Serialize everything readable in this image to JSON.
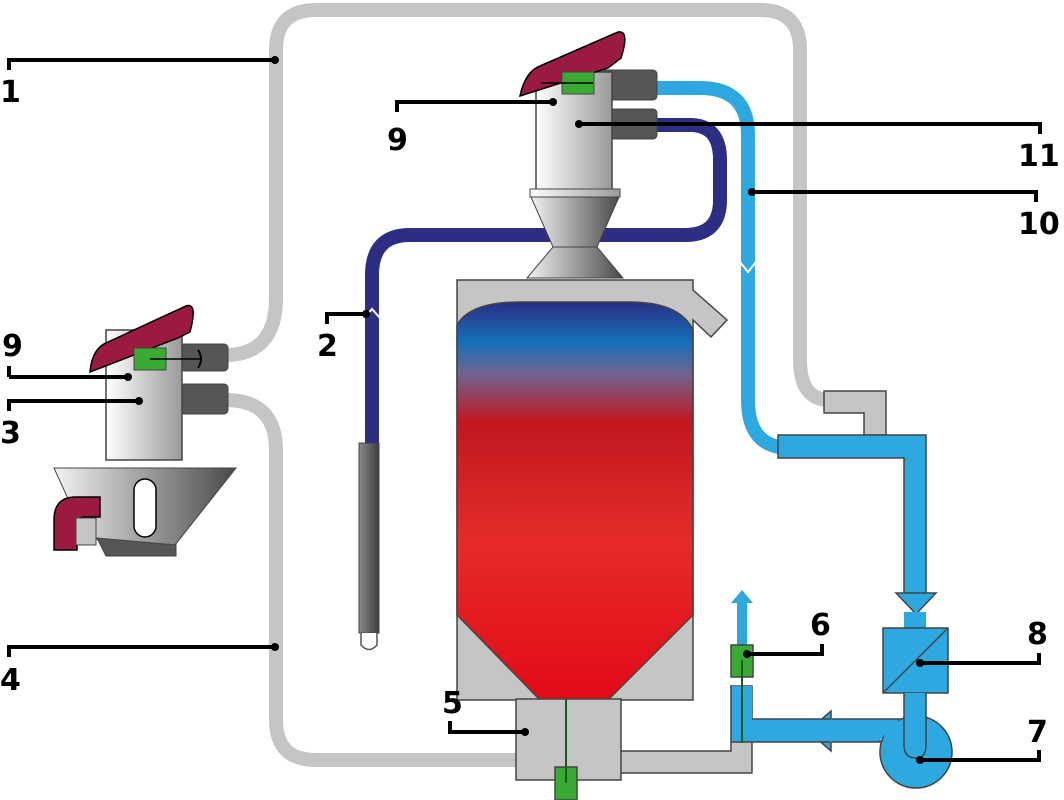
{
  "diagram": {
    "type": "dryer-conveying-schematic",
    "colors": {
      "return_line_gray": "#c6c5c6",
      "dry_air_supply": "#2ea8e0",
      "wet_air_return_navy": "#2b2e82",
      "hopper_hot_red": "#e30f19",
      "hopper_cool_blue": "#1570b8",
      "lid_maroon": "#9b1a3f",
      "sensor_green": "#3aaa35",
      "nozzle_dark_gray": "#575656"
    },
    "callouts": [
      {
        "id": "1",
        "label": "1",
        "target": "conveying-line-gray-top"
      },
      {
        "id": "2",
        "label": "2",
        "target": "suction-lance-line"
      },
      {
        "id": "3",
        "label": "3",
        "target": "machine-loader"
      },
      {
        "id": "4",
        "label": "4",
        "target": "conveying-line-gray-bottom"
      },
      {
        "id": "5",
        "label": "5",
        "target": "material-discharge-box"
      },
      {
        "id": "6",
        "label": "6",
        "target": "valve-sensor"
      },
      {
        "id": "7",
        "label": "7",
        "target": "blower"
      },
      {
        "id": "8",
        "label": "8",
        "target": "filter"
      },
      {
        "id": "9a",
        "label": "9",
        "target": "loader-sensor-top"
      },
      {
        "id": "9b",
        "label": "9",
        "target": "loader-sensor-machine"
      },
      {
        "id": "10",
        "label": "10",
        "target": "air-line-blue"
      },
      {
        "id": "11",
        "label": "11",
        "target": "hopper-loader"
      }
    ]
  }
}
